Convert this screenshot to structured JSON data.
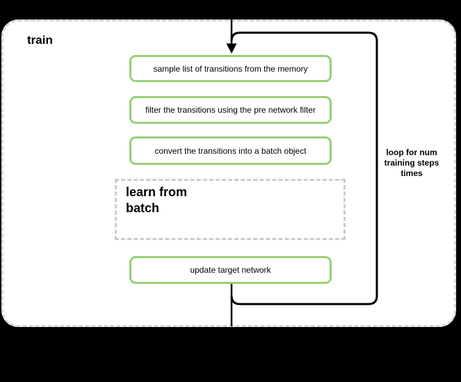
{
  "diagram": {
    "container_label": "train",
    "steps": [
      "sample list of transitions from the memory",
      "filter the transitions using the pre network filter",
      "convert the transitions into a batch object"
    ],
    "subprocess_label": "learn from batch",
    "final_step": "update target network",
    "loop_annotation": "loop for num training steps times"
  },
  "colors": {
    "background": "#000000",
    "canvas_fill": "#ffffff",
    "step_border_green": "#97d077",
    "container_border_gray": "#d6d6d6",
    "subprocess_border_gray": "#cccccc",
    "flow_line_black": "#000000",
    "text": "#000000"
  }
}
